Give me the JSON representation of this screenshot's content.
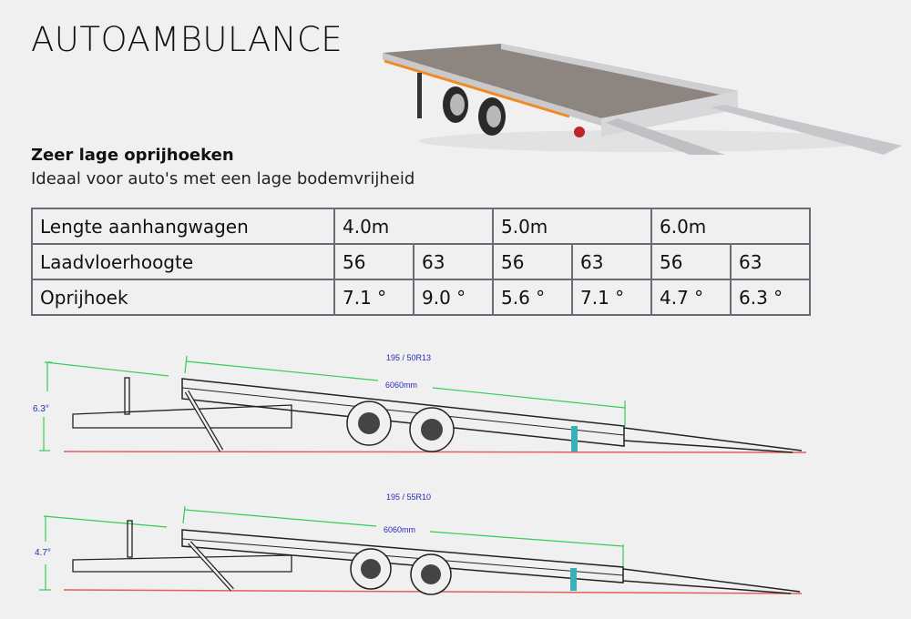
{
  "page": {
    "title": "AUTOAMBULANCE",
    "subtitle": "Zeer lage oprijhoeken",
    "description": "Ideaal voor auto's met een lage bodemvrijheid"
  },
  "colors": {
    "background": "#f0f0f0",
    "table_border": "#6b6b78",
    "dimension_line": "#33cc55",
    "ground_line": "#e06060",
    "dimension_text": "#2a2ab8",
    "trailer_stripe": "#f08a24"
  },
  "table": {
    "rows": [
      {
        "label": "Lengte aanhangwagen",
        "cells": [
          "4.0m",
          "5.0m",
          "6.0m"
        ]
      },
      {
        "label": "Laadvloerhoogte",
        "cells": [
          "56",
          "63",
          "56",
          "63",
          "56",
          "63"
        ]
      },
      {
        "label": "Oprijhoek",
        "cells": [
          "7.1 °",
          "9.0 °",
          "5.6 °",
          "7.1 °",
          "4.7 °",
          "6.3 °"
        ]
      }
    ]
  },
  "drawings": [
    {
      "tire": "195 / 50R13",
      "length": "6060mm",
      "angle": "6.3°"
    },
    {
      "tire": "195 / 55R10",
      "length": "6060mm",
      "angle": "4.7°"
    }
  ]
}
